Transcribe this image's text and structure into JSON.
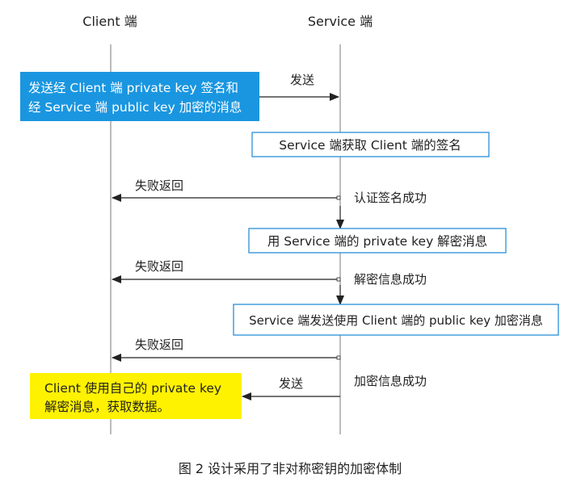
{
  "lanes": {
    "client": "Client 端",
    "service": "Service 端"
  },
  "boxes": {
    "client_send_line1": "发送经 Client 端 private key 签名和",
    "client_send_line2": "经 Service 端 public key 加密的消息",
    "get_signature": "Service 端获取 Client 端的签名",
    "decrypt_with_private": "用 Service 端的 private key 解密消息",
    "encrypt_with_client_public": "Service 端发送使用 Client 端的 public key 加密消息",
    "client_decrypt_line1": "Client 使用自己的 private key",
    "client_decrypt_line2": "解密消息，获取数据。"
  },
  "labels": {
    "send_1": "发送",
    "fail_1": "失败返回",
    "verify_ok": "认证签名成功",
    "fail_2": "失败返回",
    "decrypt_ok": "解密信息成功",
    "fail_3": "失败返回",
    "encrypt_ok": "加密信息成功",
    "send_2": "发送"
  },
  "caption": "图 2  设计采用了非对称密钥的加密体制",
  "colors": {
    "blue_box": "#1a96e0",
    "yellow_box": "#fff200",
    "box_border": "#2a8fd8",
    "line": "#333333"
  }
}
